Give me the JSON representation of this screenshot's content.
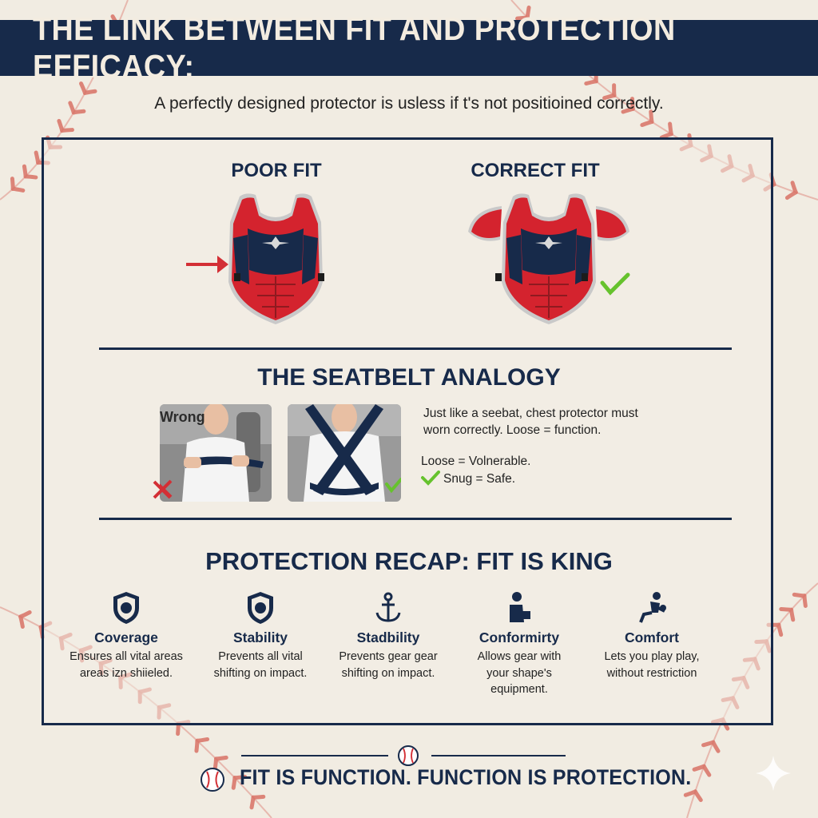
{
  "header": {
    "title": "THE LINK BETWEEN FIT AND PROTECTION EFFICACY:"
  },
  "subtitle": "A perfectly designed protector is usless if t's not positioined correctly.",
  "fit_comparison": {
    "poor_label": "POOR FIT",
    "correct_label": "CORRECT FIT"
  },
  "seatbelt": {
    "title": "THE SEATBELT ANALOGY",
    "wrong_label": "Wrong",
    "text_line1": "Just like a seebat, chest protector must",
    "text_line2": "worn correctly. Loose = function.",
    "loose_text": "Loose = Volnerable.",
    "snug_text": "Snug = Safe."
  },
  "recap": {
    "title": "PROTECTION RECAP: FIT IS KING",
    "items": [
      {
        "icon": "shield-icon",
        "title": "Coverage",
        "line1": "Ensures all vital areas",
        "line2": "areas izn shiieled.",
        "line3": ""
      },
      {
        "icon": "shield-icon",
        "title": "Stability",
        "line1": "Prevents all vital",
        "line2": "shifting on impact.",
        "line3": ""
      },
      {
        "icon": "anchor-icon",
        "title": "Stadbility",
        "line1": "Prevents gear gear",
        "line2": "shifting on impact.",
        "line3": ""
      },
      {
        "icon": "person-sitting-icon",
        "title": "Conformirty",
        "line1": "Allows gear with",
        "line2": "your shape's",
        "line3": "equipment."
      },
      {
        "icon": "person-moving-icon",
        "title": "Comfort",
        "line1": "Lets you play play,",
        "line2": "without restriction",
        "line3": ""
      }
    ]
  },
  "footer": {
    "tagline": "FIT IS FUNCTION. FUNCTION IS PROTECTION."
  },
  "colors": {
    "navy": "#172a4a",
    "red": "#d32f35",
    "green": "#66c22d",
    "background": "#f1ece2"
  }
}
